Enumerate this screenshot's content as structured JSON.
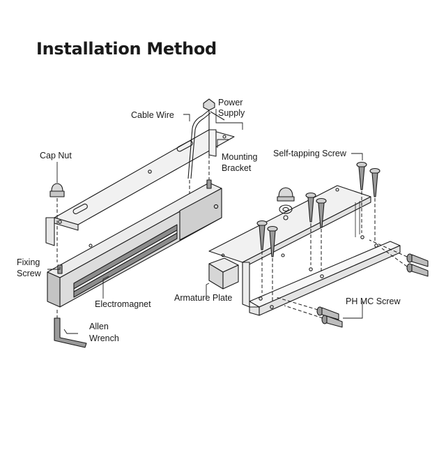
{
  "title": "Installation Method",
  "labels": {
    "power_supply_1": "Power",
    "power_supply_2": "Supply",
    "cable_wire": "Cable Wire",
    "mounting_bracket_1": "Mounting",
    "mounting_bracket_2": "Bracket",
    "cap_nut": "Cap Nut",
    "fixing_screw_1": "Fixing",
    "fixing_screw_2": "Screw",
    "electromagnet": "Electromagnet",
    "allen_wrench_1": "Allen",
    "allen_wrench_2": "Wrench",
    "self_tapping_screw": "Self-tapping Screw",
    "armature_plate": "Armature Plate",
    "ph_mc_screw": "PH MC Screw"
  },
  "colors": {
    "line": "#1a1a1a",
    "bracket_fill": "#f1f1f1",
    "magnet_fill": "#dcdcdc",
    "magnet_side": "#c4c4c4",
    "magnet_dark": "#8c8c8c",
    "plate_fill": "#ececec",
    "screw_fill": "#9a9a9a",
    "nut_fill": "#d9d9d9"
  },
  "icons": [
    "cap-nut-icon",
    "allen-wrench-icon",
    "self-tapping-screw-icon",
    "machine-screw-icon"
  ]
}
